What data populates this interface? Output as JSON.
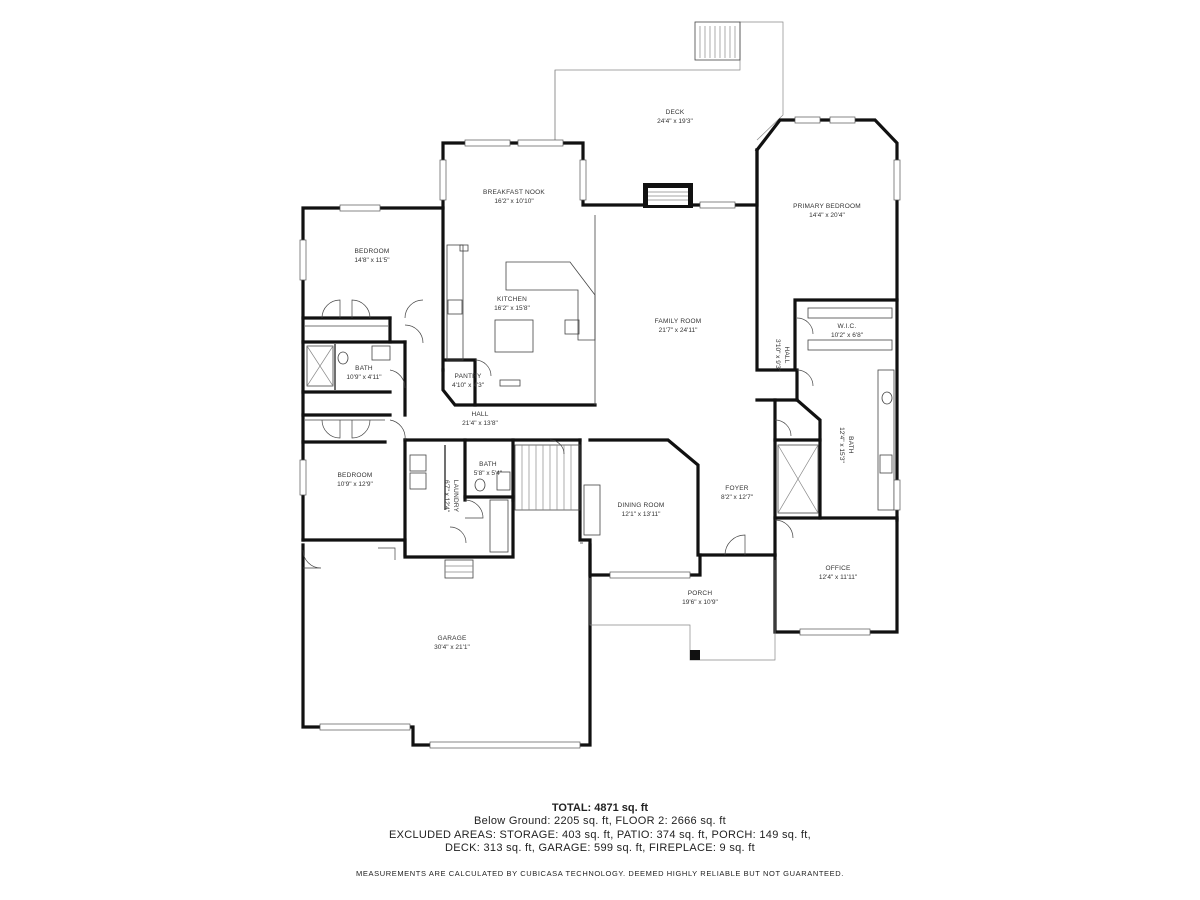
{
  "rooms": [
    {
      "id": "deck",
      "name": "DECK",
      "dims": "24'4\" x 19'3\""
    },
    {
      "id": "breakfast-nook",
      "name": "BREAKFAST NOOK",
      "dims": "16'2\" x 10'10\""
    },
    {
      "id": "primary-bedroom",
      "name": "PRIMARY BEDROOM",
      "dims": "14'4\" x 20'4\""
    },
    {
      "id": "bedroom-1",
      "name": "BEDROOM",
      "dims": "14'8\" x 11'5\""
    },
    {
      "id": "kitchen",
      "name": "KITCHEN",
      "dims": "16'2\" x 15'8\""
    },
    {
      "id": "family-room",
      "name": "FAMILY ROOM",
      "dims": "21'7\" x 24'11\""
    },
    {
      "id": "wic",
      "name": "W.I.C.",
      "dims": "10'2\" x 6'8\""
    },
    {
      "id": "hall-right",
      "name": "HALL",
      "dims": "3'10\" x 9'3\""
    },
    {
      "id": "bath-1",
      "name": "BATH",
      "dims": "10'9\" x 4'11\""
    },
    {
      "id": "pantry",
      "name": "PANTRY",
      "dims": "4'10\" x 4'3\""
    },
    {
      "id": "hall-main",
      "name": "HALL",
      "dims": "21'4\" x 13'8\""
    },
    {
      "id": "bath-primary",
      "name": "BATH",
      "dims": "12'4\" x 15'3\""
    },
    {
      "id": "bedroom-2",
      "name": "BEDROOM",
      "dims": "10'9\" x 12'9\""
    },
    {
      "id": "laundry",
      "name": "LAUNDRY",
      "dims": "6'7\" x 12'4\""
    },
    {
      "id": "bath-2",
      "name": "BATH",
      "dims": "5'8\" x 5'4\""
    },
    {
      "id": "dining-room",
      "name": "DINING ROOM",
      "dims": "12'1\" x 13'11\""
    },
    {
      "id": "foyer",
      "name": "FOYER",
      "dims": "8'2\" x 12'7\""
    },
    {
      "id": "office",
      "name": "OFFICE",
      "dims": "12'4\" x 11'11\""
    },
    {
      "id": "porch",
      "name": "PORCH",
      "dims": "19'6\" x 10'9\""
    },
    {
      "id": "garage",
      "name": "GARAGE",
      "dims": "30'4\" x 21'1\""
    }
  ],
  "summary": {
    "total_label": "TOTAL:",
    "total_value": "4871 sq. ft",
    "line1": "Below Ground: 2205 sq. ft, FLOOR 2: 2666 sq. ft",
    "line2": "EXCLUDED AREAS: STORAGE: 403 sq. ft, PATIO: 374 sq. ft, PORCH: 149 sq. ft,",
    "line3": "DECK: 313 sq. ft, GARAGE: 599 sq. ft, FIREPLACE: 9 sq. ft"
  },
  "disclaimer": "MEASUREMENTS ARE CALCULATED BY CUBICASA TECHNOLOGY. DEEMED HIGHLY RELIABLE BUT NOT GUARANTEED."
}
